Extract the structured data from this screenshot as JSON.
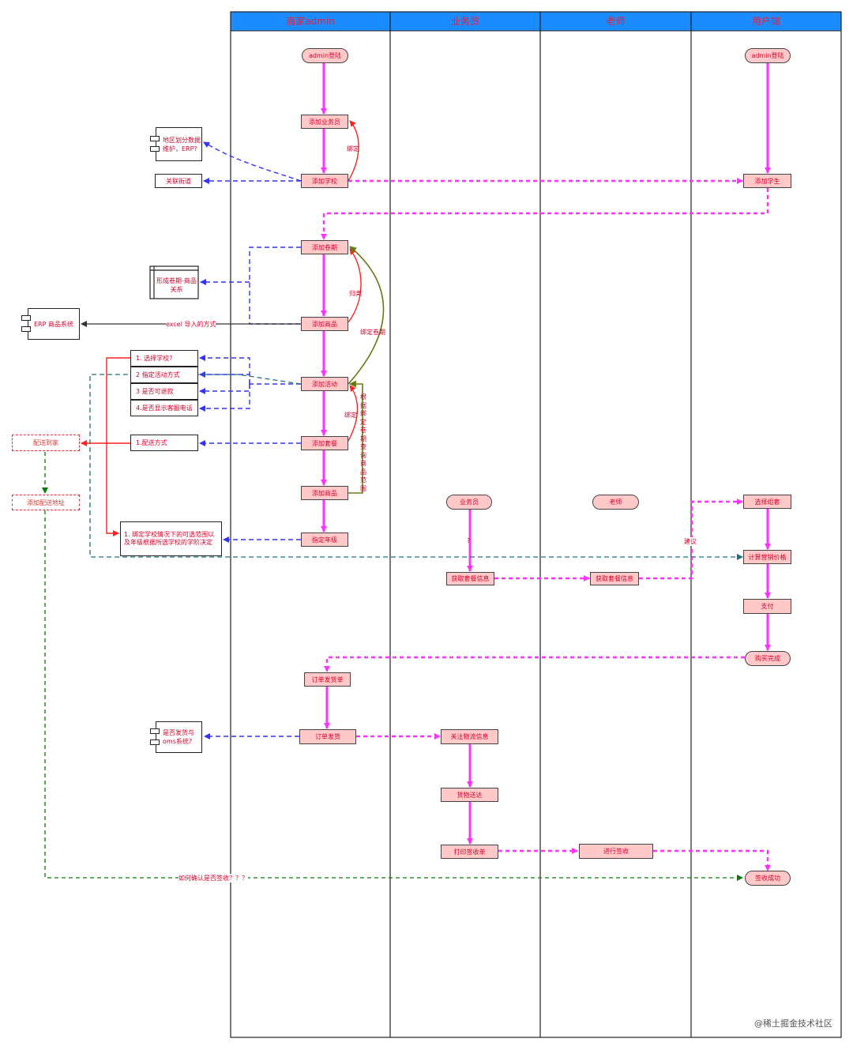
{
  "lanes": [
    "商家admin",
    "业务员",
    "老师",
    "用户端"
  ],
  "nodes": {
    "admin_login": "admin登陆",
    "add_salesman": "添加业务员",
    "add_school": "添加学校",
    "add_volume": "添加卷期",
    "add_product": "添加商品",
    "add_activity": "添加活动",
    "add_package": "添加套餐",
    "add_product2": "添加商品",
    "assign_grade": "指定年级",
    "order_ship_list": "订单发货单",
    "order_ship": "订单发货",
    "salesman": "业务员",
    "get_package_info": "获取套餐信息",
    "track_logistics": "关注物流信息",
    "delivery": "货物送达",
    "print_receipt": "打印签收单",
    "teacher": "老师",
    "teacher_get_package": "获取套餐信息",
    "do_sign": "进行签收",
    "user_login": "admin登陆",
    "add_student": "添加学生",
    "choose_combo": "选择组套",
    "calc_price": "计算营销价格",
    "pay": "支付",
    "purchase_done": "购买完成",
    "sign_success": "签收成功"
  },
  "external": {
    "region_data": "地区划分数据维护，ERP?",
    "link_street": "关联街道",
    "volume_product_rel": "形成卷期-商品关系",
    "erp_system": "ERP 商品系统",
    "opt_school": "1. 选择学校?",
    "opt_mode": "2 指定活动方式",
    "opt_refund": "3 是否可退款",
    "opt_phone": "4.是否显示客服电话",
    "delivery_mode": "1.配送方式",
    "deliver_home": "配送到家",
    "add_address": "添加配送地址",
    "bind_note": "1. 绑定学校情况下的可选范围以及年级根据所选学校的学阶决定",
    "oms_system": "是否发货与oms系统?"
  },
  "labels": {
    "bind": "绑定",
    "classify": "归类",
    "bind_volume": "绑定卷期",
    "bind2": "绑定",
    "scope_query": "根据绑定卷期查询商品范围",
    "excel_import": "excel 导入的方式",
    "question": "?",
    "suggest": "建议",
    "confirm_sign": "如何确认是否签收？？？"
  },
  "watermark": "@稀土掘金技术社区",
  "colors": {
    "lane_header": "#1a8cff",
    "node_fill": "#ffc9c9",
    "flow_magenta": "#ff33ff",
    "flow_blue": "#3333ff",
    "flow_red": "#ff2020",
    "flow_green": "#0a7a0a",
    "flow_olive": "#667a10",
    "flow_teal": "#1f6e78"
  }
}
